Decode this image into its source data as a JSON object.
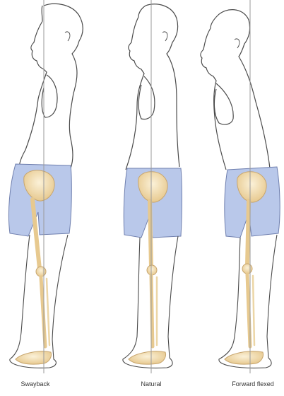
{
  "figures": [
    {
      "caption": "Swayback"
    },
    {
      "caption": "Natural"
    },
    {
      "caption": "Forward flexed"
    }
  ],
  "colors": {
    "outline": "#4a4a4a",
    "shorts_fill": "#b9c8ea",
    "shorts_stroke": "#6f7fae",
    "bone_fill": "#f2e2c0",
    "bone_stroke": "#c7a56e",
    "plumb_line": "#9a9a9a"
  }
}
